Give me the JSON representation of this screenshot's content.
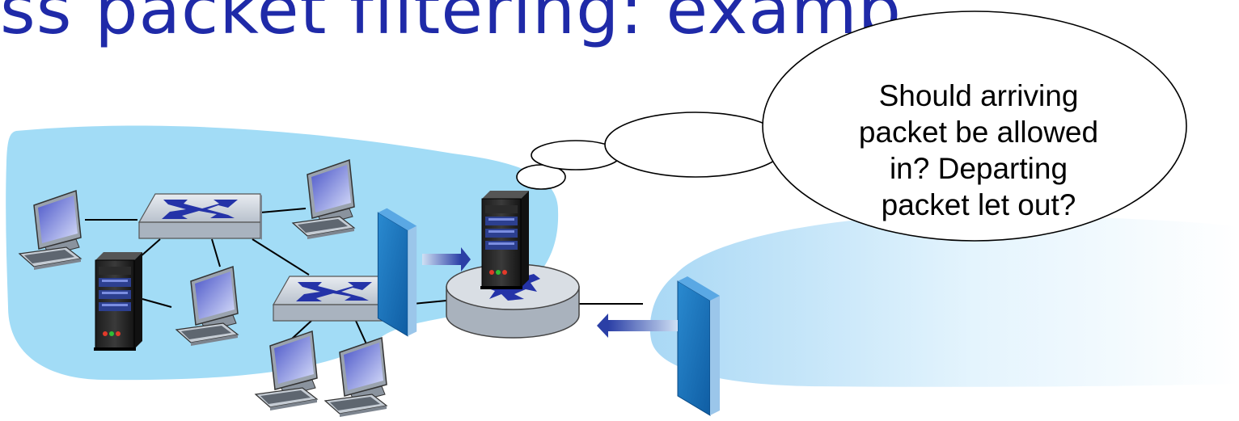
{
  "title_fragment": "ss packet filtering: examp",
  "thought_bubble": {
    "lines": [
      "Should arriving",
      "packet be allowed",
      "in? Departing",
      "packet let out?"
    ]
  },
  "icons": {
    "hosts": "desktop-computer-icon",
    "servers": "server-tower-icon",
    "switches": "ethernet-switch-icon",
    "router": "router-icon",
    "firewalls": "firewall-wall-icon"
  }
}
